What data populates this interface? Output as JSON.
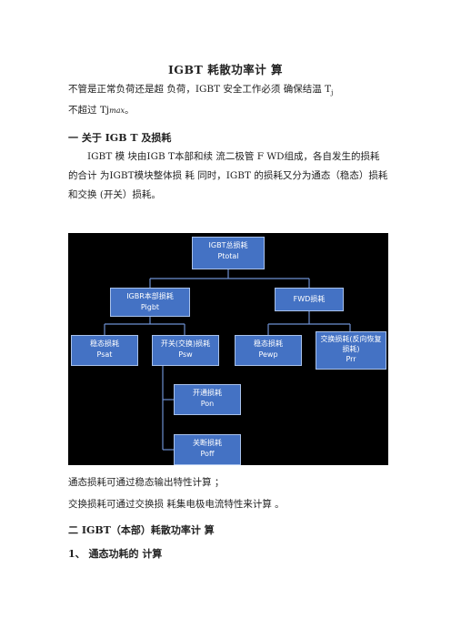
{
  "title": "IGBT  耗散功率计 算",
  "intro": {
    "line1": "不管是正常负荷还是超  负荷，IGBT 安全工作必须  确保结温 T",
    "line1_sub": "j",
    "line2_prefix": "不超过 Tj",
    "line2_sub": "max",
    "line2_suffix": "。"
  },
  "section1": {
    "heading": "一  关于 IGB T 及损耗",
    "paragraph": "IGBT 模  块由IGB T本部和续  流二极管 F WD组成，各自发生的损耗的合计  为IGBT模块整体损  耗 同时，IGBT 的损耗又分为通态（稳态）损耗和交换   (开关）损耗。"
  },
  "diagram": {
    "total": {
      "label": "IGBT总损耗",
      "sym": "Ptotal"
    },
    "igbt": {
      "label": "IGBR本部损耗",
      "sym": "Pigbt"
    },
    "fwd": {
      "label": "FWD损耗",
      "sym": ""
    },
    "sat": {
      "label": "稳态损耗",
      "sym": "Psat"
    },
    "sw": {
      "label": "开关(交换)损耗",
      "sym": "Psw"
    },
    "fsat": {
      "label": "稳态损耗",
      "sym": "Pewp"
    },
    "rr": {
      "label": "交换损耗(反向恢复损耗)",
      "sym": "Prr"
    },
    "on": {
      "label": "开通损耗",
      "sym": "Pon"
    },
    "off": {
      "label": "关断损耗",
      "sym": "Poff"
    }
  },
  "notes": {
    "line1": "通态损耗可通过稳态输出特性计算  ；",
    "line2": "交换损耗可通过交换损  耗集电极电流特性来计算  。"
  },
  "section2": {
    "heading": "二    IGBT（本部）耗散功率计 算"
  },
  "subsection1": {
    "heading": "1、     通态功耗的 计算"
  }
}
